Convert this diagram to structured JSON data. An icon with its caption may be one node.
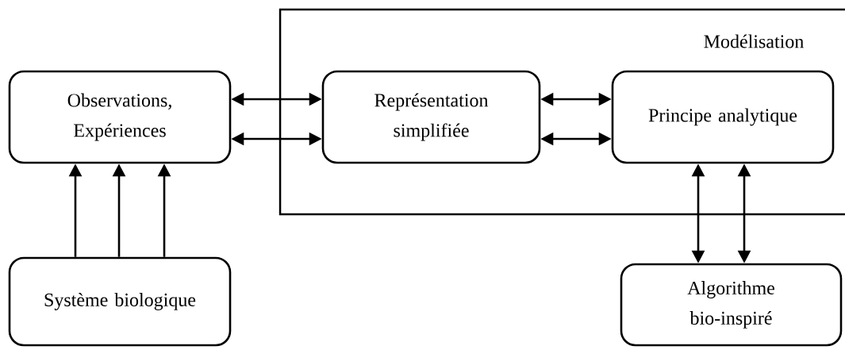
{
  "diagram": {
    "nodes": [
      {
        "text": [
          "Modélisation"
        ]
      },
      {
        "text": [
          "Observations, Expériences"
        ]
      },
      {
        "text": [
          "Représentation simplifiée"
        ],
        "in": 0
      },
      {
        "text": [
          "Principe analytique"
        ],
        "in": 0
      },
      {
        "text": [
          "Système biologique"
        ]
      },
      {
        "text": [
          "Algorithme bio-inspiré"
        ]
      }
    ],
    "edges": [
      {
        "from": 1,
        "to": 2,
        "arrow": "both"
      },
      {
        "from": 1,
        "to": 2,
        "arrow": "both"
      },
      {
        "from": 2,
        "to": 3,
        "arrow": "both"
      },
      {
        "from": 2,
        "to": 3,
        "arrow": "both"
      },
      {
        "from": 4,
        "to": 1,
        "arrow": "to"
      },
      {
        "from": 4,
        "to": 1,
        "arrow": "to"
      },
      {
        "from": 4,
        "to": 1,
        "arrow": "to"
      },
      {
        "from": 3,
        "to": 5,
        "arrow": "both"
      },
      {
        "from": 3,
        "to": 5,
        "arrow": "both"
      }
    ]
  }
}
